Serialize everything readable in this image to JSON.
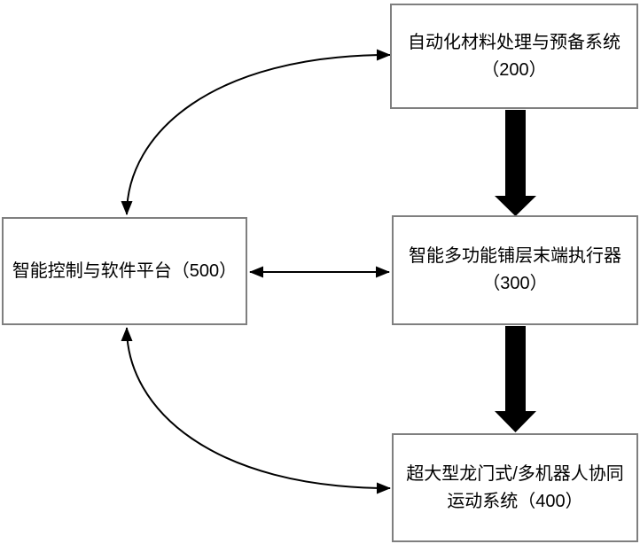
{
  "colors": {
    "background": "#ffffff",
    "border": "#7f7f7f",
    "arrow": "#000000",
    "text": "#000000"
  },
  "boxes": {
    "material": {
      "line1": "自动化材料处理与预备系统",
      "line2": "（200）"
    },
    "effector": {
      "line1": "智能多功能铺层末端执行器",
      "line2": "（300）"
    },
    "motion": {
      "line1": "超大型龙门式/多机器人协同",
      "line2": "运动系统（400）"
    },
    "control": {
      "line1": "智能控制与软件平台（500）"
    }
  },
  "connections": [
    {
      "from": "智能控制与软件平台（500）",
      "to": "自动化材料处理与预备系统（200）",
      "style": "curved-line",
      "direction": "bidirectional"
    },
    {
      "from": "自动化材料处理与预备系统（200）",
      "to": "智能多功能铺层末端执行器（300）",
      "style": "thick-block",
      "direction": "downward"
    },
    {
      "from": "智能控制与软件平台（500）",
      "to": "智能多功能铺层末端执行器（300）",
      "style": "straight-line",
      "direction": "bidirectional"
    },
    {
      "from": "智能多功能铺层末端执行器（300）",
      "to": "超大型龙门式/多机器人协同运动系统（400）",
      "style": "thick-block",
      "direction": "downward"
    },
    {
      "from": "智能控制与软件平台（500）",
      "to": "超大型龙门式/多机器人协同运动系统（400）",
      "style": "curved-line",
      "direction": "bidirectional"
    }
  ]
}
